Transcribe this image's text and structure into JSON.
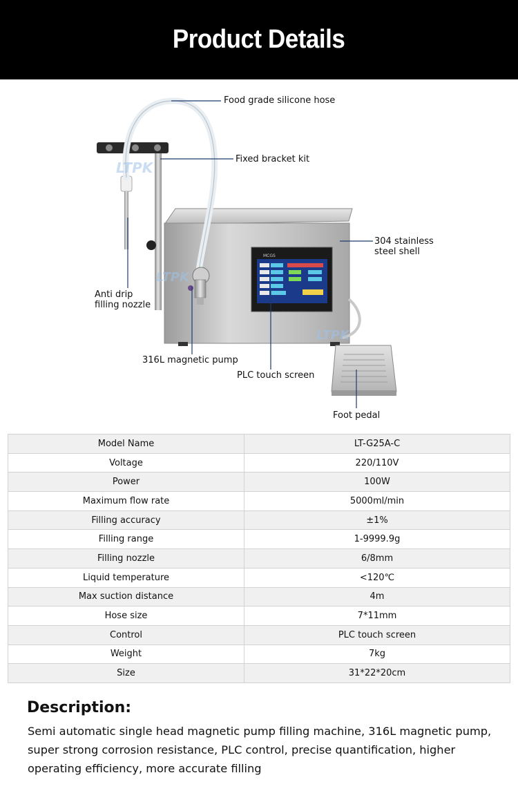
{
  "header": {
    "title": "Product Details"
  },
  "figure": {
    "watermark": "LTPK",
    "screen_brand": "MCGS",
    "callouts": {
      "hose": "Food grade silicone hose",
      "bracket": "Fixed bracket kit",
      "shell_line1": "304 stainless",
      "shell_line2": "steel shell",
      "nozzle_line1": "Anti drip",
      "nozzle_line2": "filling nozzle",
      "pump": "316L magnetic pump",
      "screen": "PLC touch screen",
      "pedal": "Foot pedal"
    }
  },
  "specs": [
    {
      "label": "Model Name",
      "value": "LT-G25A-C"
    },
    {
      "label": "Voltage",
      "value": "220/110V"
    },
    {
      "label": "Power",
      "value": "100W"
    },
    {
      "label": "Maximum flow rate",
      "value": "5000ml/min"
    },
    {
      "label": "Filling accuracy",
      "value": "±1%"
    },
    {
      "label": "Filling range",
      "value": "1-9999.9g"
    },
    {
      "label": "Filling nozzle",
      "value": "6/8mm"
    },
    {
      "label": "Liquid temperature",
      "value": "<120℃"
    },
    {
      "label": "Max suction distance",
      "value": "4m"
    },
    {
      "label": "Hose size",
      "value": "7*11mm"
    },
    {
      "label": "Control",
      "value": "PLC touch screen"
    },
    {
      "label": "Weight",
      "value": "7kg"
    },
    {
      "label": "Size",
      "value": "31*22*20cm"
    }
  ],
  "description": {
    "title": "Description:",
    "body": "Semi automatic single head magnetic pump filling machine, 316L magnetic pump, super strong corrosion resistance, PLC control, precise quantification, higher operating efficiency, more accurate filling"
  },
  "colors": {
    "header_bg": "#000000",
    "callout_line": "#1f3b6e",
    "steel": "#bdbdbd",
    "screen_bg": "#1b3b8a"
  }
}
